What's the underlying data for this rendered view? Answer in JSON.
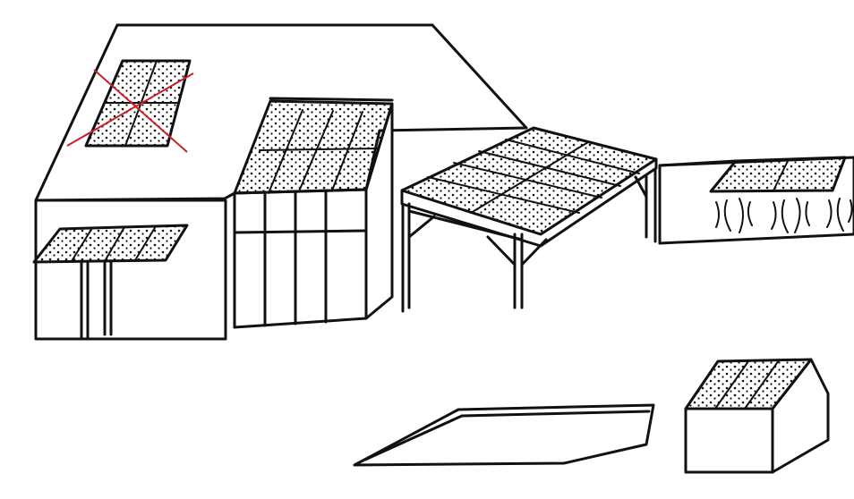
{
  "colors": {
    "ink": "#111111",
    "paper": "#ffffff",
    "strike": "#c8202a"
  },
  "icons": {
    "crossed_out_mark": "red-x-cross"
  },
  "scene_items": [
    "house-with-roof-mounted-solar-panel",
    "veranda-with-solar-roof",
    "window-awning-solar-panel",
    "solar-carport-pergola",
    "solar-panels-on-trellis-fence",
    "ground-mounted-solar-panel",
    "garden-shed-with-solar-roof"
  ]
}
